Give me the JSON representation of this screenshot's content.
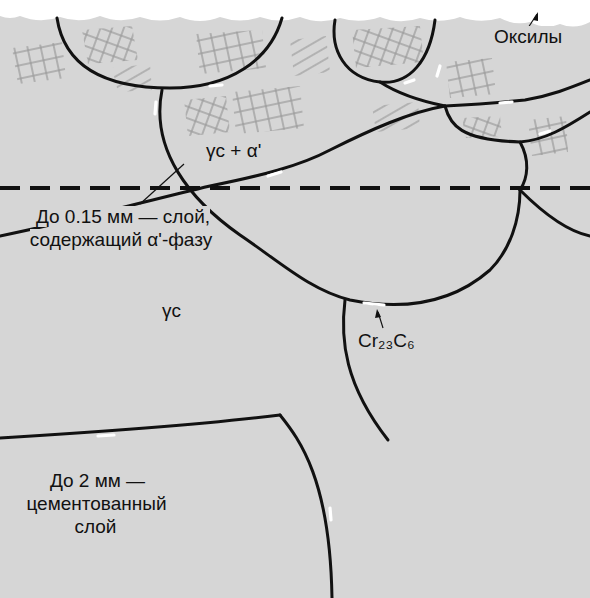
{
  "diagram": {
    "labels": [
      "Оксилы",
      "γc + α'",
      "До 0.15 мм — слой, содержащий α'-фазу",
      "γc",
      "Cr₂₃C₆",
      "До 2 мм — цементованный слой"
    ]
  }
}
